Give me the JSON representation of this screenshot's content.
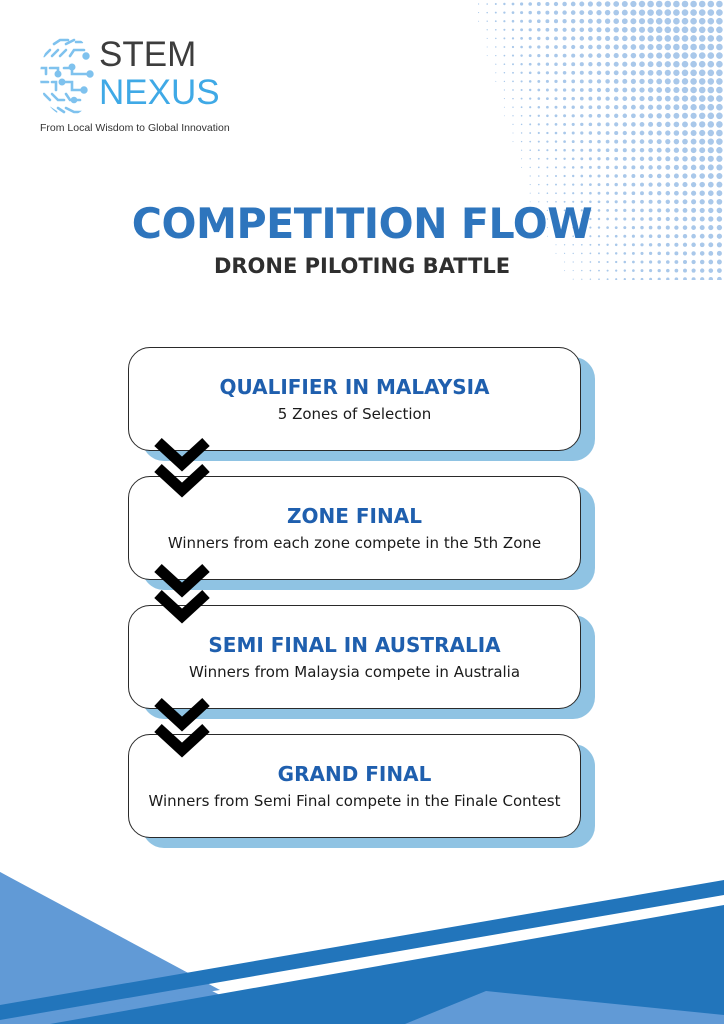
{
  "brand": {
    "name_line1": "STEM",
    "name_line2": "NEXUS",
    "tagline": "From Local Wisdom to Global Innovation",
    "icon": "circuit-globe-icon"
  },
  "header": {
    "title": "COMPETITION FLOW",
    "subtitle": "DRONE PILOTING BATTLE"
  },
  "flow": {
    "steps": [
      {
        "title": "QUALIFIER IN MALAYSIA",
        "description": "5 Zones of Selection"
      },
      {
        "title": "ZONE FINAL",
        "description": "Winners from each zone compete in the 5th Zone"
      },
      {
        "title": "SEMI FINAL IN AUSTRALIA",
        "description": "Winners from Malaysia compete in Australia"
      },
      {
        "title": "GRAND FINAL",
        "description": "Winners from Semi Final compete in the Finale Contest"
      }
    ],
    "connector_icon": "double-chevron-down-icon"
  },
  "colors": {
    "title_blue": "#2e75bd",
    "step_title_blue": "#1f5fae",
    "shadow_blue": "#8fc3e3",
    "footer_dark_blue": "#2275bb",
    "footer_light_blue": "#619ad6",
    "dots_blue": "#a9c8ea",
    "logo_cyan": "#3fa9e6",
    "logo_gray": "#3d3d3d"
  }
}
